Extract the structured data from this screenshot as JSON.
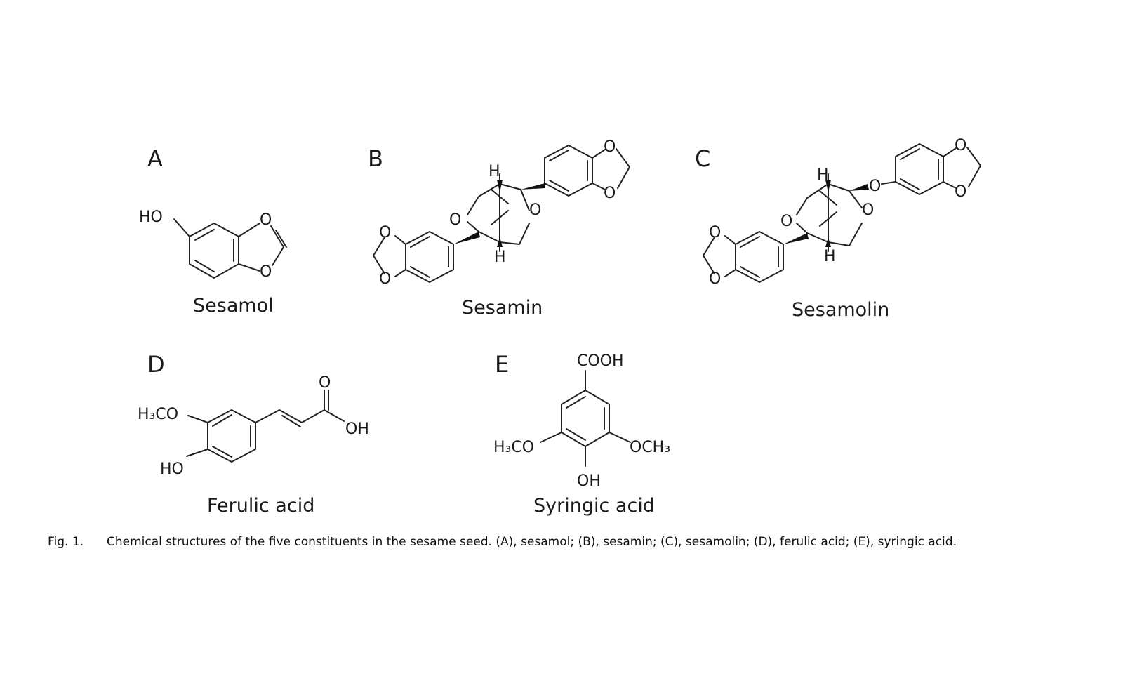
{
  "panels": {
    "A": "A",
    "B": "B",
    "C": "C",
    "D": "D",
    "E": "E"
  },
  "compounds": {
    "sesamol": "Sesamol",
    "sesamin": "Sesamin",
    "sesamolin": "Sesamolin",
    "ferulic": "Ferulic acid",
    "syringic": "Syringic acid"
  },
  "atoms": {
    "ho": "HO",
    "o": "O",
    "h": "H",
    "oh": "OH",
    "h3co": "H₃CO",
    "och3": "OCH₃",
    "cooh": "COOH"
  },
  "caption": {
    "label": "Fig. 1.",
    "text": "Chemical structures of the five constituents in the sesame seed. (A), sesamol; (B), sesamin; (C), sesamolin; (D), ferulic acid; (E), syringic acid."
  }
}
